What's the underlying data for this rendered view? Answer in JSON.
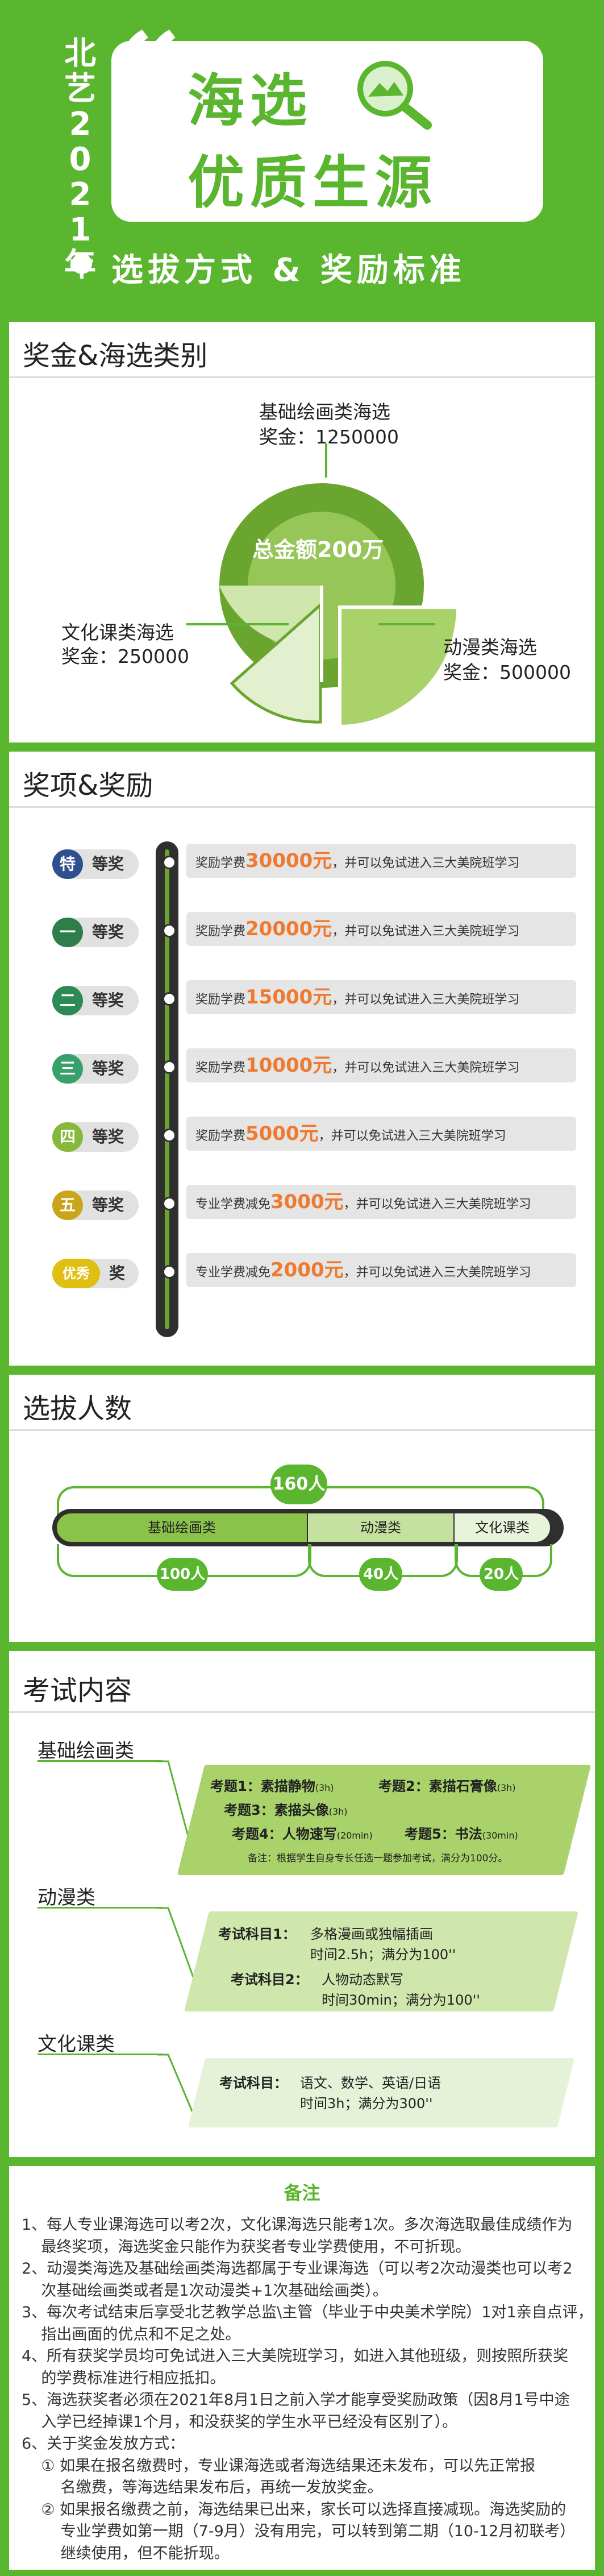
{
  "header": {
    "vertical_title": [
      "北",
      "艺",
      "2",
      "0",
      "2",
      "1",
      "年"
    ],
    "line1": "海选",
    "line2": "优质生源",
    "subtitle": "选拔方式 & 奖励标准"
  },
  "categories_section": {
    "title": "奖金&海选类别",
    "center_label": "总金额200万",
    "items": [
      {
        "name": "基础绘画类海选",
        "bonus": "奖金：1250000"
      },
      {
        "name": "文化课类海选",
        "bonus": "奖金：250000"
      },
      {
        "name": "动漫类海选",
        "bonus": "奖金：500000"
      }
    ]
  },
  "awards_section": {
    "title": "奖项&奖励",
    "items": [
      {
        "level": "特",
        "suffix": "等奖",
        "prefix": "奖励学费",
        "amount": "30000元",
        "rest": "，并可以免试进入三大美院班学习",
        "color": "#2f4f8f"
      },
      {
        "level": "一",
        "suffix": "等奖",
        "prefix": "奖励学费",
        "amount": "20000元",
        "rest": "，并可以免试进入三大美院班学习",
        "color": "#2e7d4a"
      },
      {
        "level": "二",
        "suffix": "等奖",
        "prefix": "奖励学费",
        "amount": "15000元",
        "rest": "，并可以免试进入三大美院班学习",
        "color": "#2b8a55"
      },
      {
        "level": "三",
        "suffix": "等奖",
        "prefix": "奖励学费",
        "amount": "10000元",
        "rest": "，并可以免试进入三大美院班学习",
        "color": "#3aa06a"
      },
      {
        "level": "四",
        "suffix": "等奖",
        "prefix": "奖励学费",
        "amount": "5000元",
        "rest": "，并可以免试进入三大美院班学习",
        "color": "#86b83c"
      },
      {
        "level": "五",
        "suffix": "等奖",
        "prefix": "专业学费减免",
        "amount": "3000元",
        "rest": "，并可以免试进入三大美院班学习",
        "color": "#c9a51b"
      },
      {
        "level": "优秀",
        "suffix": "奖",
        "prefix": "专业学费减免",
        "amount": "2000元",
        "rest": "，并可以免试进入三大美院班学习",
        "color": "#e0bf12"
      }
    ]
  },
  "selection_section": {
    "title": "选拔人数",
    "total": "160人",
    "groups": [
      {
        "name": "基础绘画类",
        "count": "100人"
      },
      {
        "name": "动漫类",
        "count": "40人"
      },
      {
        "name": "文化课类",
        "count": "20人"
      }
    ]
  },
  "exam_section": {
    "title": "考试内容",
    "basic": {
      "label": "基础绘画类",
      "q1a": "考题1：素描静物",
      "q1a_t": "(3h)",
      "q2": "考题2：素描石膏像",
      "q2_t": "(3h)",
      "q3": "考题3：素描头像",
      "q3_t": "(3h)",
      "q4": "考题4：人物速写",
      "q4_t": "(20min)",
      "q5": "考题5：书法",
      "q5_t": "(30min)",
      "note": "备注：根据学生自身专长任选一题参加考试，满分为100分。"
    },
    "anime": {
      "label": "动漫类",
      "s1_title": "考试科目1：",
      "s1_line1": "多格漫画或独幅插画",
      "s1_line2": "时间2.5h；满分为100''",
      "s2_title": "考试科目2：",
      "s2_line1": "人物动态默写",
      "s2_line2": "时间30min；满分为100''"
    },
    "culture": {
      "label": "文化课类",
      "s_title": "考试科目：",
      "s_line1": "语文、数学、英语/日语",
      "s_line2": "时间3h；满分为300''"
    }
  },
  "notes_section": {
    "title": "备注",
    "lines": [
      "1、每人专业课海选可以考2次，文化课海选只能考1次。多次海选取最佳成绩作为",
      "    最终奖项，海选奖金只能作为获奖者专业学费使用，不可折现。",
      "2、动漫类海选及基础绘画类海选都属于专业课海选（可以考2次动漫类也可以考2",
      "    次基础绘画类或者是1次动漫类+1次基础绘画类）。",
      "3、每次考试结束后享受北艺教学总监\\主管（毕业于中央美术学院）1对1亲自点评，",
      "    指出画面的优点和不足之处。",
      "4、所有获奖学员均可免试进入三大美院班学习，如进入其他班级，则按照所获奖",
      "    的学费标准进行相应抵扣。",
      "5、海选获奖者必须在2021年8月1日之前入学才能享受奖励政策（因8月1号中途",
      "    入学已经掉课1个月，和没获奖的学生水平已经没有区别了）。",
      "6、关于奖金发放方式：",
      "    ① 如果在报名缴费时，专业课海选或者海选结果还未发布，可以先正常报",
      "        名缴费，等海选结果发布后，再统一发放奖金。",
      "    ② 如果报名缴费之前，海选结果已出来，家长可以选择直接减现。海选奖励的",
      "        专业学费如第一期（7-9月）没有用完，可以转到第二期（10-12月初联考）",
      "        继续使用，但不能折现。"
    ]
  },
  "colors": {
    "brand_green": "#5ab52f",
    "dark_green": "#6aa530",
    "light_green": "#a9d36a",
    "accent_orange": "#ee7a30",
    "timeline_dark": "#2f2f2f"
  },
  "icons": [
    "magnifier-icon",
    "left-quote-icon",
    "right-quote-icon",
    "bullet-dot-icon"
  ]
}
